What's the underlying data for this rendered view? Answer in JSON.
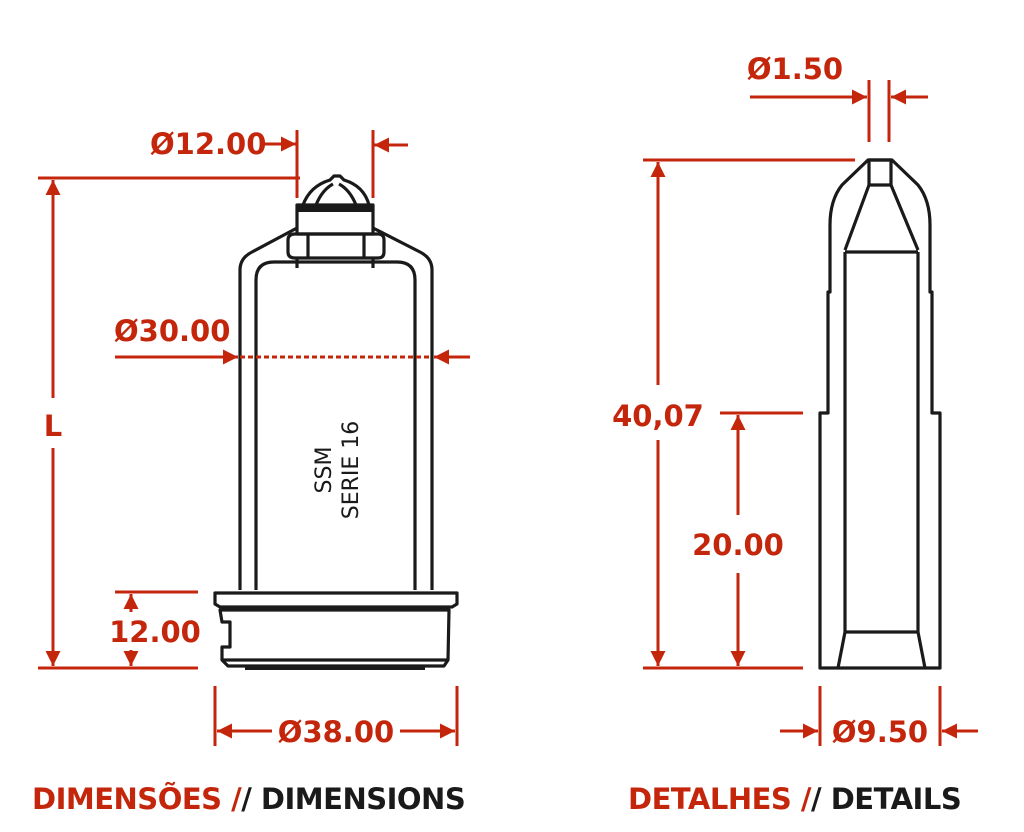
{
  "colors": {
    "accent": "#c4260c",
    "line": "#1a1a1a"
  },
  "dimensions_view": {
    "d12": "Ø12.00",
    "length": "L",
    "d30": "Ø30.00",
    "h12": "12.00",
    "d38": "Ø38.00",
    "body_text_line1": "SSM",
    "body_text_line2": "SERIE 16"
  },
  "details_view": {
    "d150": "Ø1.50",
    "h4007": "40,07",
    "h20": "20.00",
    "d950": "Ø9.50"
  },
  "footer": {
    "left_pt": "DIMENSÕES /",
    "left_en": "/ DIMENSIONS",
    "right_pt": "DETALHES /",
    "right_en": "/ DETAILS"
  }
}
